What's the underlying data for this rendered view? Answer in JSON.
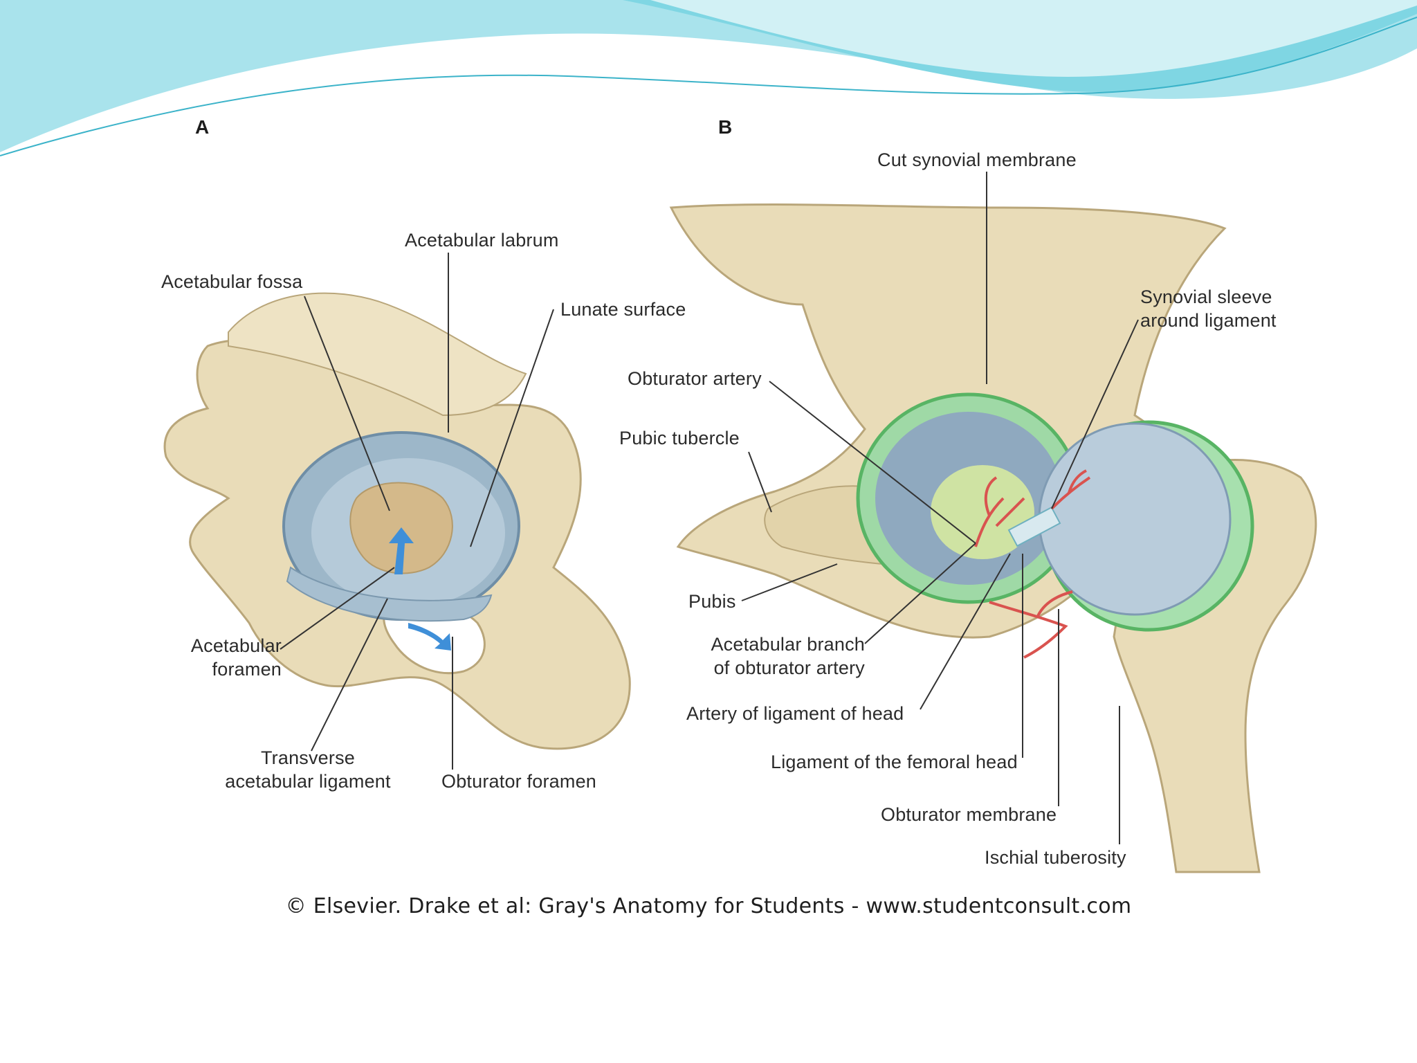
{
  "slide": {
    "accent_colors": {
      "wave_light": "#bfe9ef",
      "wave_mid": "#6fd0df",
      "wave_dark": "#2aa8c0"
    }
  },
  "figure": {
    "panel_a": {
      "letter": "A",
      "labels": {
        "acetabular_labrum": "Acetabular labrum",
        "acetabular_fossa": "Acetabular fossa",
        "lunate_surface": "Lunate surface",
        "acetabular_foramen_line1": "Acetabular",
        "acetabular_foramen_line2": "foramen",
        "transverse_line1": "Transverse",
        "transverse_line2": "acetabular ligament",
        "obturator_foramen": "Obturator foramen"
      }
    },
    "panel_b": {
      "letter": "B",
      "labels": {
        "cut_synovial_membrane": "Cut synovial membrane",
        "synovial_sleeve_line1": "Synovial sleeve",
        "synovial_sleeve_line2": "around ligament",
        "obturator_artery": "Obturator artery",
        "pubic_tubercle": "Pubic tubercle",
        "pubis": "Pubis",
        "acetabular_branch_line1": "Acetabular branch",
        "acetabular_branch_line2": "of obturator artery",
        "artery_of_ligament": "Artery of ligament of head",
        "ligament_femoral_head": "Ligament of the femoral head",
        "obturator_membrane": "Obturator membrane",
        "ischial_tuberosity": "Ischial tuberosity"
      }
    },
    "credit": "© Elsevier. Drake et al: Gray's Anatomy for Students - www.studentconsult.com",
    "colors": {
      "bone": "#e9dcb8",
      "bone_shadow": "#c9b88c",
      "cartilage": "#9db7c9",
      "synovial": "#7fcf86",
      "artery": "#d9534f",
      "arrow": "#3f8fd8"
    }
  }
}
